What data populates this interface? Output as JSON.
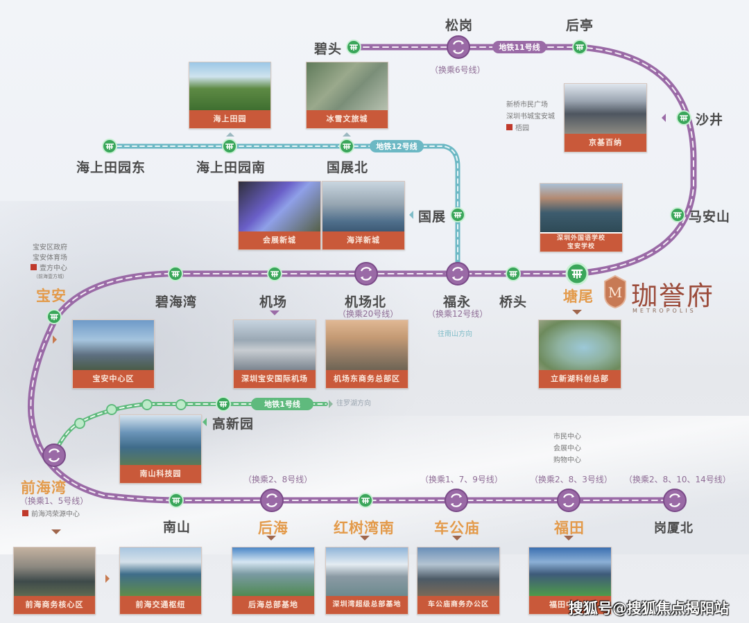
{
  "brand": {
    "name": "珈誉府",
    "subtitle": "METROPOLIS",
    "watermark": "搜狐号@搜狐焦点揭阳站"
  },
  "colors": {
    "line11": "#9a6aa6",
    "line12": "#6cb8c4",
    "line1": "#5fba7d",
    "station": "#3aa65a",
    "card_caption": "#c9593a",
    "highlight_text": "#e39a4a"
  },
  "lines": {
    "line11": {
      "label": "地铁11号线"
    },
    "line12": {
      "label": "地铁12号线"
    },
    "line1": {
      "label": "地铁1号线",
      "direction": "往罗湖方向"
    }
  },
  "stations": {
    "bitou": {
      "name": "碧头"
    },
    "songgang": {
      "name": "松岗",
      "transfer": "（换乘6号线）"
    },
    "houting": {
      "name": "后亭"
    },
    "shajing": {
      "name": "沙井"
    },
    "maanshan": {
      "name": "马安山"
    },
    "tangwei": {
      "name": "塘尾"
    },
    "qiaotou": {
      "name": "桥头"
    },
    "fuyong": {
      "name": "福永",
      "transfer": "（换乘12号线）",
      "direction": "往南山方向"
    },
    "jichangbei": {
      "name": "机场北",
      "transfer": "（换乘20号线）"
    },
    "jichang": {
      "name": "机场"
    },
    "bihaiwan": {
      "name": "碧海湾"
    },
    "baoan": {
      "name": "宝安"
    },
    "qianhaiwan": {
      "name": "前海湾",
      "transfer": "（换乘1、5号线）"
    },
    "nanshan": {
      "name": "南山"
    },
    "houhai": {
      "name": "后海",
      "transfer": "（换乘2、8号线）"
    },
    "hongshuwannan": {
      "name": "红树湾南"
    },
    "chegongmiao": {
      "name": "车公庙",
      "transfer": "（换乘1、7、9号线）"
    },
    "futian": {
      "name": "福田",
      "transfer": "（换乘2、8、3号线）"
    },
    "gangxiabei": {
      "name": "岗厦北",
      "transfer": "（换乘2、8、10、14号线）"
    },
    "haishangtianyuandong": {
      "name": "海上田园东"
    },
    "haishangtianyuannan": {
      "name": "海上田园南"
    },
    "guozhanbei": {
      "name": "国展北"
    },
    "guozhan": {
      "name": "国展"
    },
    "gaoxinyuan": {
      "name": "高新园"
    }
  },
  "notes": {
    "shajing": [
      "新桥市民广场",
      "深圳书城宝安城",
      "梧园"
    ],
    "baoan": [
      "宝安区政府",
      "宝安体育场",
      "壹方中心",
      "（前海壹方城）"
    ],
    "qianhai": [
      "前海鸿荣源中心"
    ],
    "futian": [
      "市民中心",
      "会展中心",
      "购物中心"
    ]
  },
  "cards": [
    {
      "id": "haishangtianyuan",
      "caption": "海上田园"
    },
    {
      "id": "bingxue",
      "caption": "冰雪文旅城"
    },
    {
      "id": "jingji",
      "caption": "京基百纳"
    },
    {
      "id": "huizhan",
      "caption": "会展新城"
    },
    {
      "id": "haiyang",
      "caption": "海洋新城"
    },
    {
      "id": "school",
      "caption": "深圳外国语学校\n宝安学校"
    },
    {
      "id": "baoancenter",
      "caption": "宝安中心区"
    },
    {
      "id": "airport",
      "caption": "深圳宝安国际机场"
    },
    {
      "id": "airporteast",
      "caption": "机场东商务总部区"
    },
    {
      "id": "lixinhu",
      "caption": "立新湖科创总部"
    },
    {
      "id": "nanshanpark",
      "caption": "南山科技园"
    },
    {
      "id": "qianhaicore",
      "caption": "前海商务核心区"
    },
    {
      "id": "qianhaihub",
      "caption": "前海交通枢纽"
    },
    {
      "id": "houhaihq",
      "caption": "后海总部基地"
    },
    {
      "id": "szbay",
      "caption": "深圳湾超级总部基地"
    },
    {
      "id": "cgm",
      "caption": "车公庙商务办公区"
    },
    {
      "id": "futiancbd",
      "caption": "福田中心区"
    }
  ]
}
